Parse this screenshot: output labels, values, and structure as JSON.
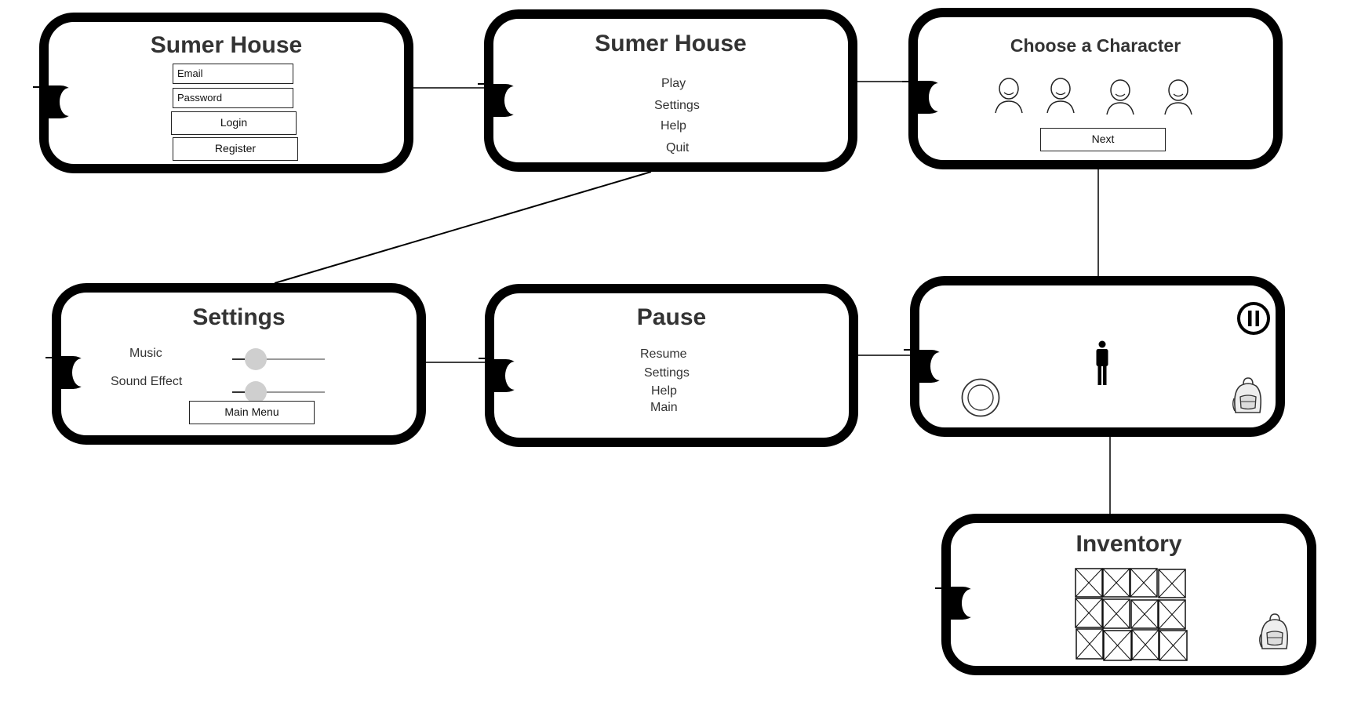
{
  "screens": {
    "login": {
      "title": "Sumer House",
      "email_placeholder": "Email",
      "password_placeholder": "Password",
      "login_label": "Login",
      "register_label": "Register"
    },
    "main_menu": {
      "title": "Sumer House",
      "items": [
        "Play",
        "Settings",
        "Help",
        "Quit"
      ]
    },
    "character_select": {
      "title": "Choose a Character",
      "next_label": "Next"
    },
    "settings": {
      "title": "Settings",
      "music_label": "Music",
      "sound_label": "Sound Effect",
      "music_level": 0.3,
      "sound_level": 0.3,
      "main_menu_label": "Main Menu"
    },
    "pause": {
      "title": "Pause",
      "items": [
        "Resume",
        "Settings",
        "Help",
        "Main"
      ]
    },
    "gameplay": {
      "icons": [
        "pause-icon",
        "player-figure-icon",
        "joystick-icon",
        "backpack-icon"
      ]
    },
    "inventory": {
      "title": "Inventory",
      "rows": 3,
      "cols": 4,
      "icons": [
        "empty-slot-icon",
        "backpack-icon"
      ]
    }
  },
  "colors": {
    "frame": "#000000",
    "text": "#333333",
    "knob": "#cfcfcf"
  }
}
